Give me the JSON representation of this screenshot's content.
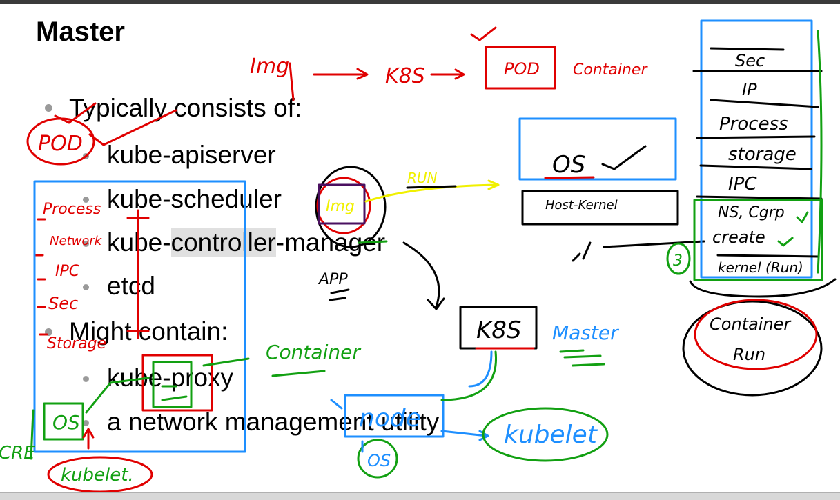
{
  "slide": {
    "title": "Master",
    "bullets": {
      "consists": "Typically consists of:",
      "apiserver": "kube-apiserver",
      "scheduler": "kube-scheduler",
      "cm_pre": "kube-",
      "cm_hl": "controller",
      "cm_post": "-manager",
      "etcd": "etcd",
      "might": "Might contain:",
      "proxy": "kube-proxy",
      "netutil": "a network management utility"
    }
  },
  "annotations": {
    "img": "Img",
    "k8s_top": "K8S",
    "pod_top": "POD",
    "container_top": "Container",
    "pod_left": "POD",
    "process": "Process",
    "network": "Network",
    "ipc_left": "IPC",
    "sec_left": "Sec",
    "storage_left": "Storage",
    "run": "RUN",
    "img_small": "Img",
    "app": "APP",
    "os": "OS",
    "host_kernel": "Host-Kernel",
    "k8s_mid": "K8S",
    "master": "Master",
    "container_mid": "Container",
    "node": "node",
    "os_left": "OS",
    "cre": "CRE",
    "kubelet_left": "kubelet.",
    "kubelet_right": "kubelet",
    "os2": "OS",
    "right_list": [
      "Sec",
      "IP",
      "Process",
      "storage",
      "IPC",
      "NS, Cgrp",
      "create",
      "kernel (Run)"
    ],
    "num3": "3",
    "container_run_1": "Container",
    "container_run_2": "Run"
  },
  "colors": {
    "red": "#e00000",
    "blue": "#1e8fff",
    "green": "#12a012",
    "yellow": "#f0f000",
    "black": "#000000",
    "purple": "#4a1060",
    "highlight": "#e0e0e0"
  }
}
